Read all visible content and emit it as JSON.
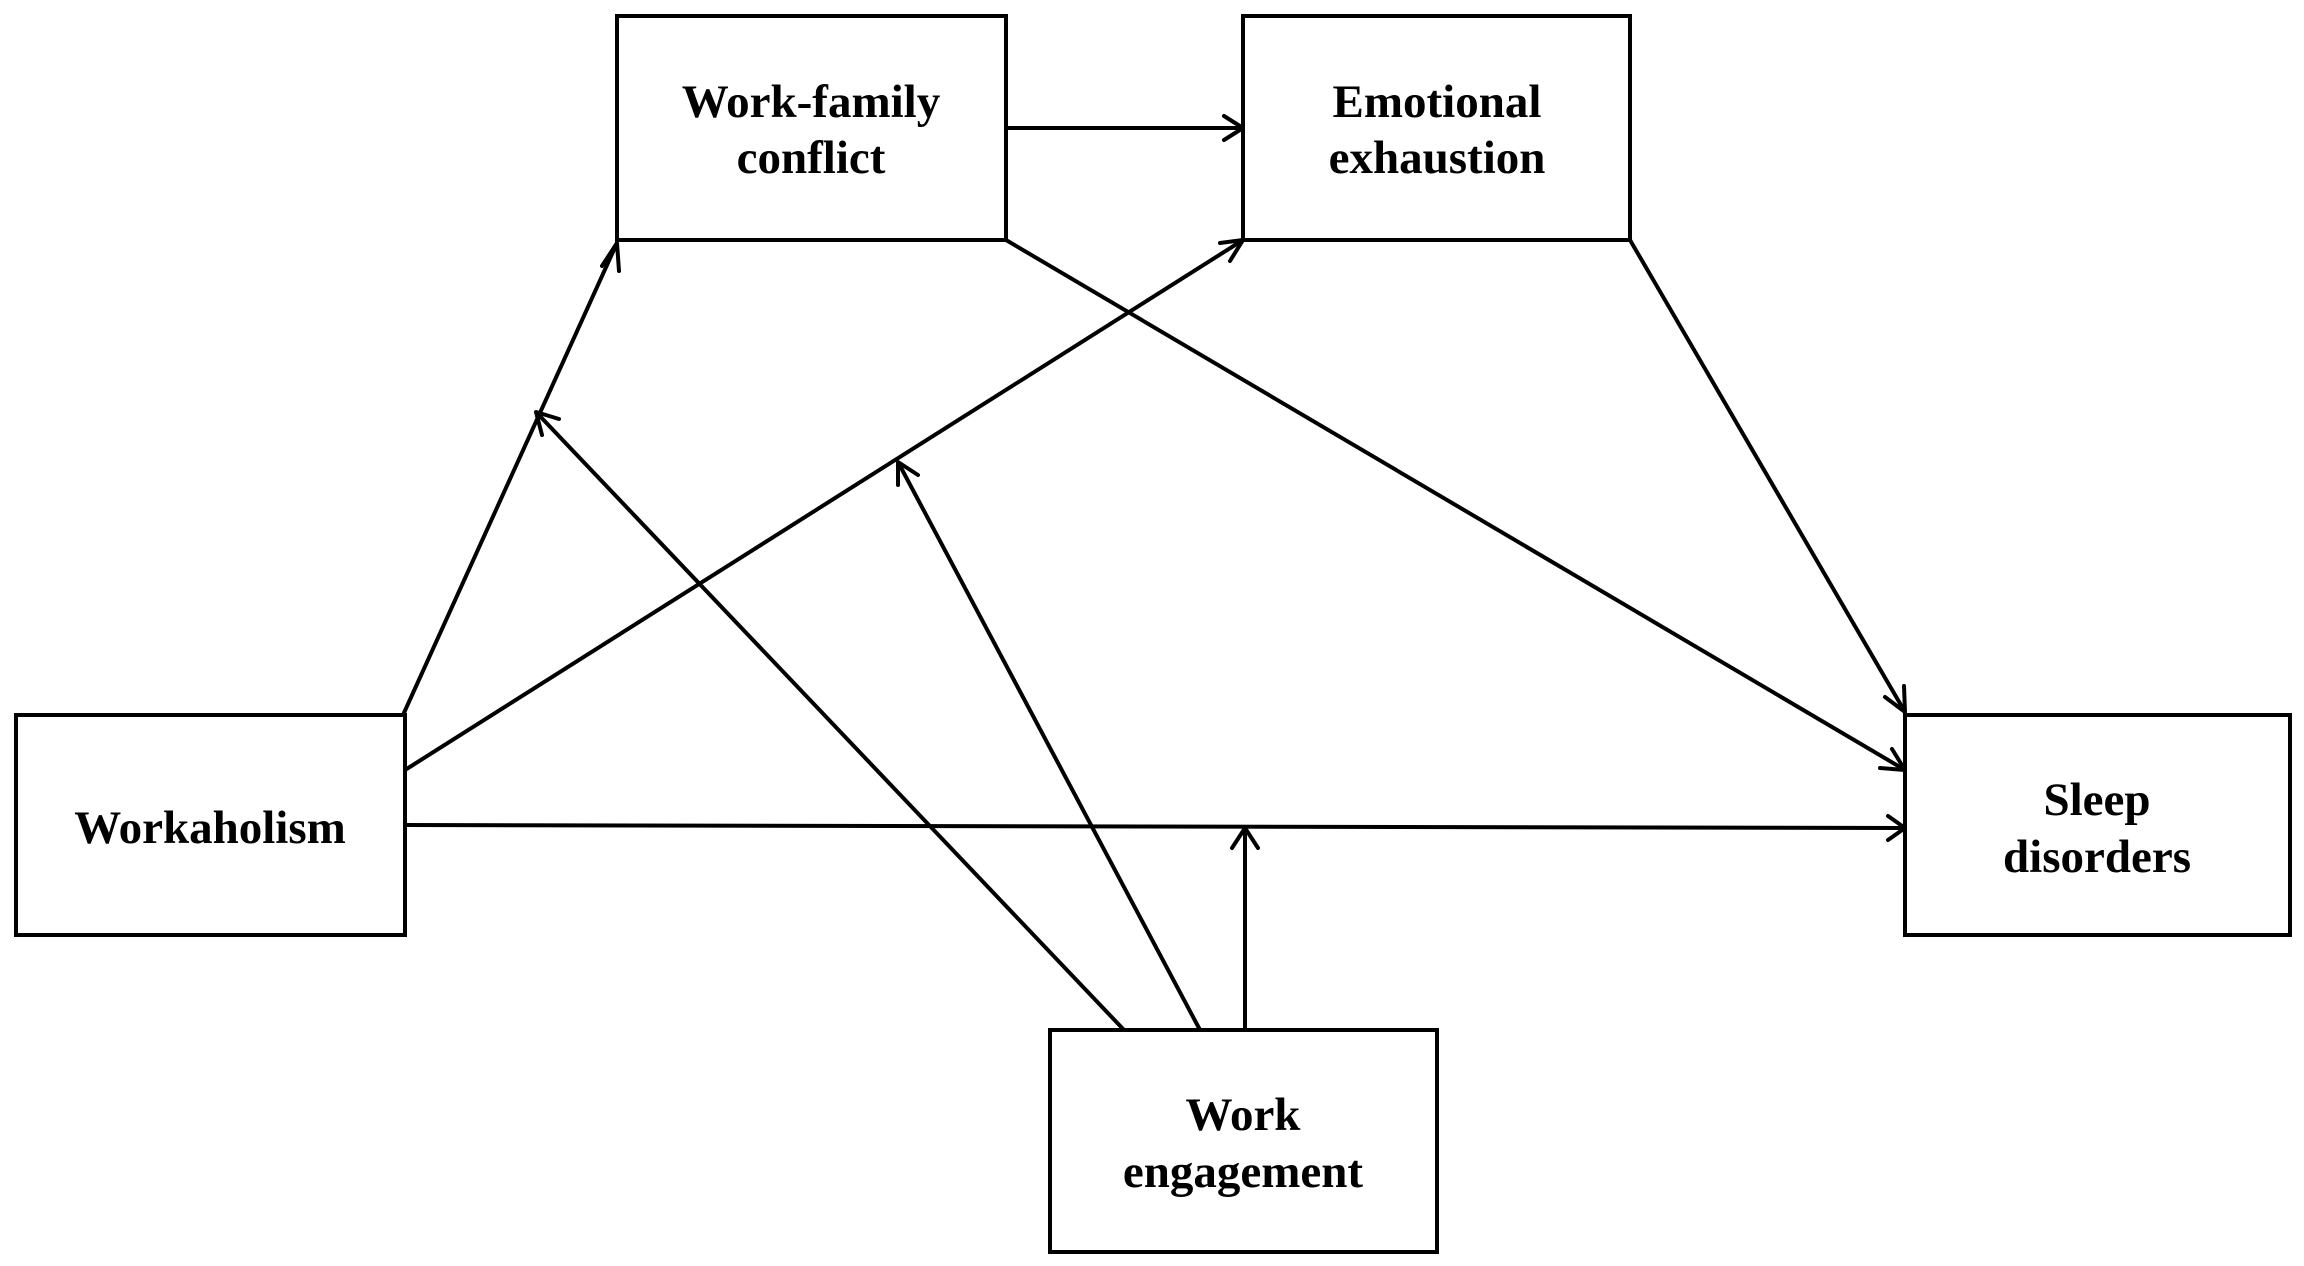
{
  "diagram": {
    "colors": {
      "stroke": "#000000",
      "fill": "#ffffff",
      "text": "#000000"
    },
    "nodes": {
      "work_family_conflict": {
        "line1": "Work-family",
        "line2": "conflict"
      },
      "emotional_exhaustion": {
        "line1": "Emotional",
        "line2": "exhaustion"
      },
      "workaholism": {
        "line1": "Workaholism"
      },
      "sleep_disorders": {
        "line1": "Sleep",
        "line2": "disorders"
      },
      "work_engagement": {
        "line1": "Work",
        "line2": "engagement"
      }
    },
    "edges": [
      {
        "from": "Workaholism",
        "to": "Work-family conflict"
      },
      {
        "from": "Workaholism",
        "to": "Emotional exhaustion"
      },
      {
        "from": "Workaholism",
        "to": "Sleep disorders"
      },
      {
        "from": "Work-family conflict",
        "to": "Emotional exhaustion"
      },
      {
        "from": "Work-family conflict",
        "to": "Sleep disorders"
      },
      {
        "from": "Emotional exhaustion",
        "to": "Sleep disorders"
      },
      {
        "from": "Work engagement",
        "to": "Workaholism → Work-family conflict path"
      },
      {
        "from": "Work engagement",
        "to": "Workaholism → Emotional exhaustion path"
      },
      {
        "from": "Work engagement",
        "to": "Workaholism → Sleep disorders path"
      }
    ]
  }
}
